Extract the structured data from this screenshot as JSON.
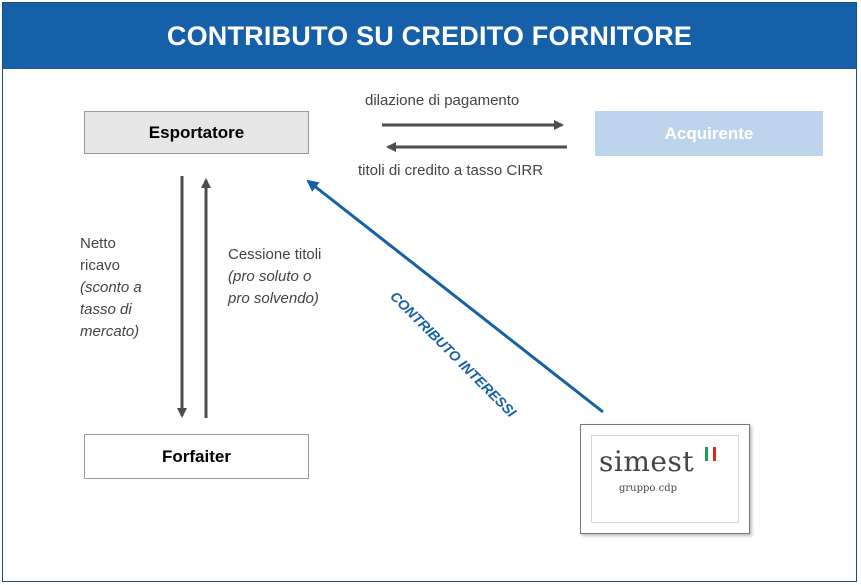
{
  "title": "CONTRIBUTO SU CREDITO FORNITORE",
  "nodes": {
    "esportatore": "Esportatore",
    "acquirente": "Acquirente",
    "forfaiter": "Forfaiter"
  },
  "arrows": {
    "dilazione": "dilazione di pagamento",
    "titoli_credito": "titoli di credito a tasso CIRR",
    "netto": {
      "line1": "Netto",
      "line2": "ricavo",
      "italic": [
        "(sconto a",
        "tasso di",
        "mercato)"
      ]
    },
    "cessione": {
      "line1": "Cessione titoli",
      "italic": [
        "(pro soluto o",
        "pro solvendo)"
      ]
    },
    "contributo": "CONTRIBUTO INTERESSI"
  },
  "logo": {
    "name": "simest",
    "subtitle": "gruppo cdp"
  },
  "colors": {
    "title_bar": "#1560a8",
    "acquirente_box": "#bcd3ec",
    "arrow_gray": "#4d4d4d",
    "arrow_blue": "#1560a8"
  }
}
